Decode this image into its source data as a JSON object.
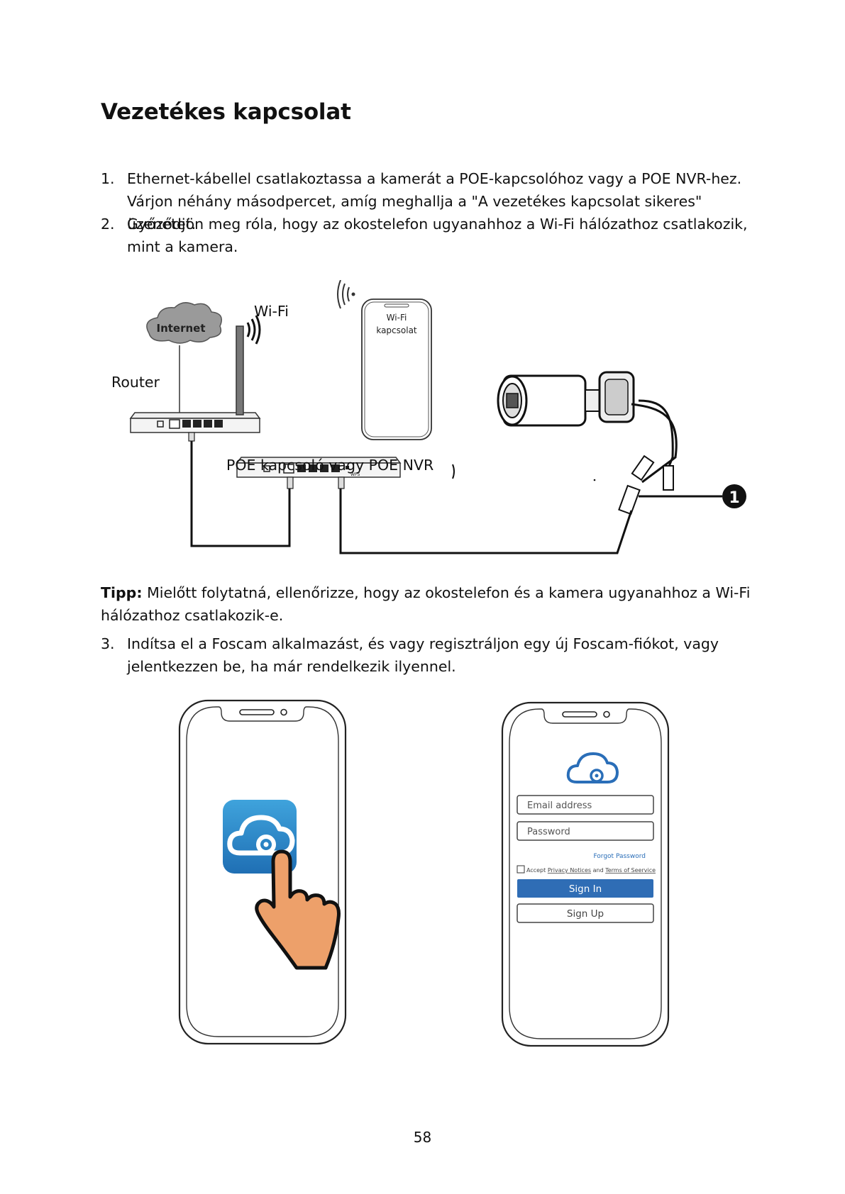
{
  "page": {
    "title": "Vezetékes kapcsolat",
    "page_number": "58"
  },
  "steps": [
    {
      "num": "1.",
      "text": "Ethernet-kábellel csatlakoztassa a kamerát a POE-kapcsolóhoz vagy a POE NVR-hez. Várjon néhány másodpercet, amíg meghallja a \"A vezetékes kapcsolat sikeres\" üzenetet."
    },
    {
      "num": "2.",
      "text": "Győződjön meg róla, hogy az okostelefon ugyanahhoz a Wi-Fi hálózathoz csatlakozik, mint a kamera."
    },
    {
      "num": "3.",
      "text": "Indítsa el a Foscam alkalmazást, és vagy regisztráljon egy új Foscam-fiókot, vagy jelentkezzen be, ha már rendelkezik ilyennel."
    }
  ],
  "tip": {
    "label": "Tipp:",
    "text": " Mielőtt folytatná, ellenőrizze, hogy az okostelefon és a kamera ugyanahhoz a Wi-Fi hálózathoz csatlakozik-e."
  },
  "diagram": {
    "internet_label": "Internet",
    "wifi_label": "Wi-Fi",
    "router_label": "Router",
    "poe_label": "POE kapcsoló vagy POE NVR",
    "phone_screen_line1": "Wi-Fi",
    "phone_screen_line2": "kapcsolat",
    "callout_number": "1",
    "nvr_port_label": "WPS"
  },
  "login_screen": {
    "email_placeholder": "Email address",
    "password_placeholder": "Password",
    "forgot_password": "Forgot Password",
    "accept_prefix": "Accept",
    "privacy_link": "Privacy Notices",
    "and_text": "and",
    "terms_link": "Terms of Seervice",
    "sign_in": "Sign In",
    "sign_up": "Sign Up"
  },
  "colors": {
    "sign_in_blue": "#2f6db5",
    "app_icon_top": "#3fa3dc",
    "app_icon_bottom": "#1f6fb4",
    "hand_fill": "#eda06a",
    "cloud_icon_blue": "#2a6eb8"
  }
}
